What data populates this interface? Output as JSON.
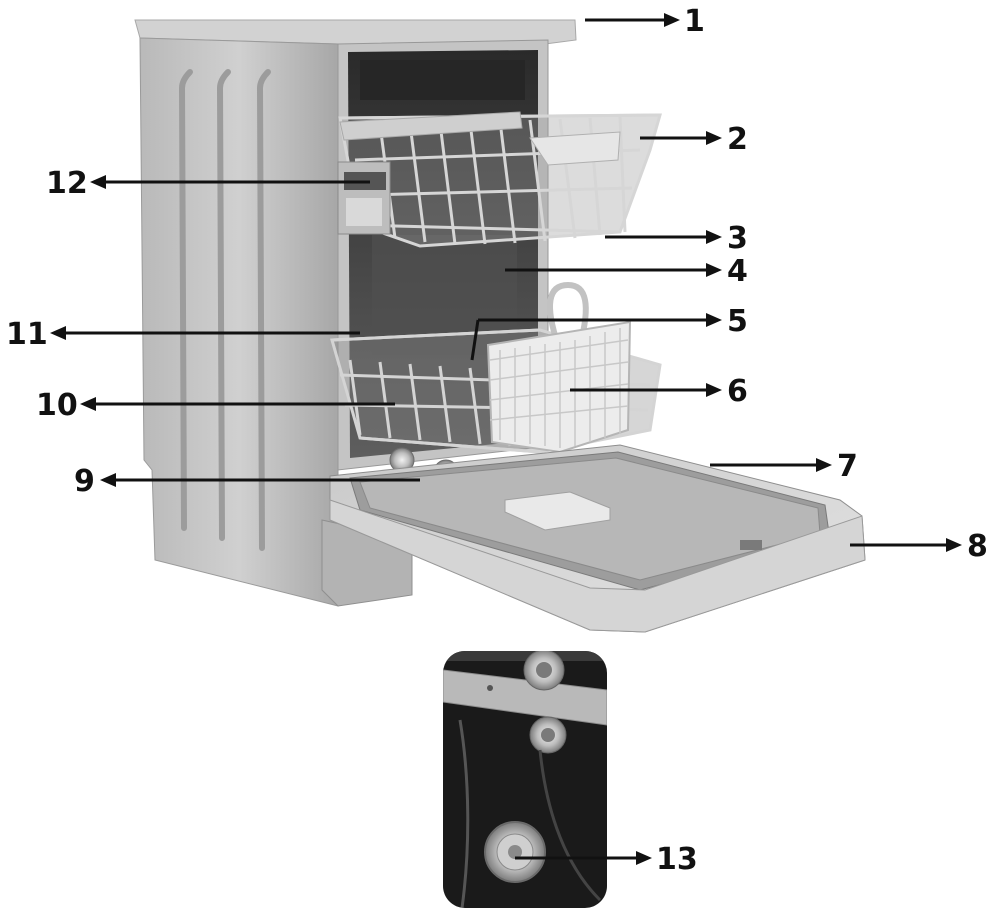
{
  "figure": {
    "callouts": [
      {
        "id": "1",
        "label": "1"
      },
      {
        "id": "2",
        "label": "2"
      },
      {
        "id": "3",
        "label": "3"
      },
      {
        "id": "4",
        "label": "4"
      },
      {
        "id": "5",
        "label": "5"
      },
      {
        "id": "6",
        "label": "6"
      },
      {
        "id": "7",
        "label": "7"
      },
      {
        "id": "8",
        "label": "8"
      },
      {
        "id": "9",
        "label": "9"
      },
      {
        "id": "10",
        "label": "10"
      },
      {
        "id": "11",
        "label": "11"
      },
      {
        "id": "12",
        "label": "12"
      },
      {
        "id": "13",
        "label": "13"
      }
    ]
  },
  "colors": {
    "steel_light": "#d7d7d7",
    "steel_mid": "#bcbcbc",
    "steel_dark": "#8f8f8f",
    "tub_dark": "#3a3a3a",
    "wire": "#cfcfcf",
    "arrow": "#111111",
    "detail_bg": "#1a1a1a"
  }
}
